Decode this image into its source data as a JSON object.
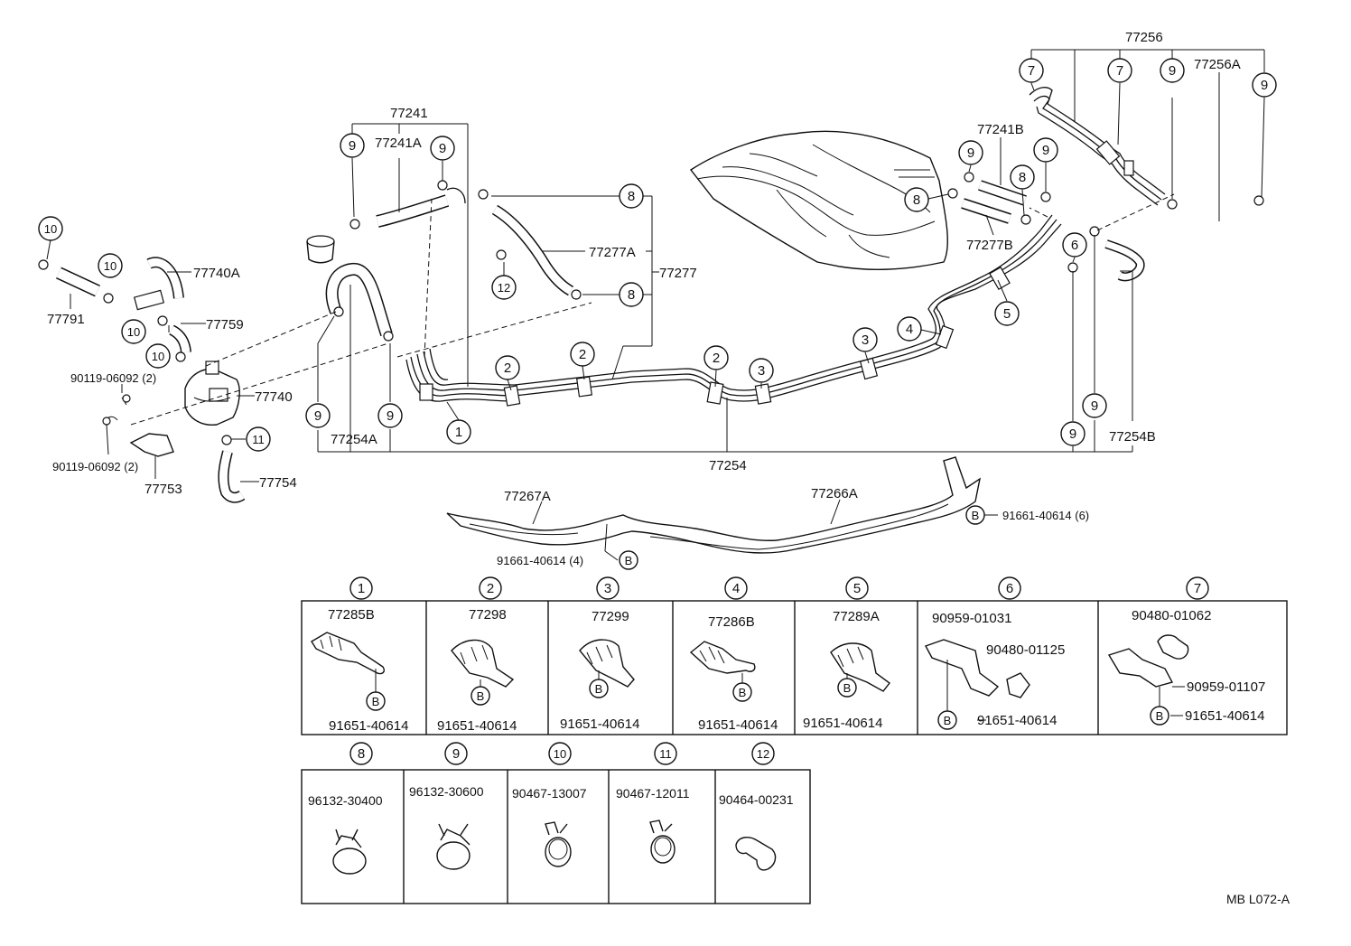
{
  "diagram_code": "MB L072-A",
  "parts": {
    "p77256": "77256",
    "p77256A": "77256A",
    "p77241": "77241",
    "p77241A": "77241A",
    "p77241B": "77241B",
    "p77277": "77277",
    "p77277A": "77277A",
    "p77277B": "77277B",
    "p77740A": "77740A",
    "p77759": "77759",
    "p77740": "77740",
    "p77791": "77791",
    "p77753": "77753",
    "p77754": "77754",
    "p77254": "77254",
    "p77254A": "77254A",
    "p77254B": "77254B",
    "p77267A": "77267A",
    "p77266A": "77266A",
    "bolt_upper": "90119-06092 (2)",
    "bolt_lower": "90119-06092 (2)",
    "bolt_b6": "91661-40614 (6)",
    "bolt_b4": "91661-40614 (4)"
  },
  "callouts": {
    "c1": "1",
    "c2": "2",
    "c3": "3",
    "c4": "4",
    "c5": "5",
    "c6": "6",
    "c7": "7",
    "c8": "8",
    "c9": "9",
    "c10": "10",
    "c11": "11",
    "c12": "12",
    "B": "B"
  },
  "detail_row1": [
    {
      "num": "1",
      "part": "77285B",
      "bolt": "91651-40614"
    },
    {
      "num": "2",
      "part": "77298",
      "bolt": "91651-40614"
    },
    {
      "num": "3",
      "part": "77299",
      "bolt": "91651-40614"
    },
    {
      "num": "4",
      "part": "77286B",
      "bolt": "91651-40614"
    },
    {
      "num": "5",
      "part": "77289A",
      "bolt": "91651-40614"
    },
    {
      "num": "6",
      "part": "90959-01031",
      "part2": "90480-01125",
      "bolt": "91651-40614"
    },
    {
      "num": "7",
      "part": "90480-01062",
      "part2": "90959-01107",
      "bolt": "91651-40614"
    }
  ],
  "detail_row2": [
    {
      "num": "8",
      "part": "96132-30400"
    },
    {
      "num": "9",
      "part": "96132-30600"
    },
    {
      "num": "10",
      "part": "90467-13007"
    },
    {
      "num": "11",
      "part": "90467-12011"
    },
    {
      "num": "12",
      "part": "90464-00231"
    }
  ],
  "icons": [
    "fuel-tank-icon",
    "charcoal-canister-icon",
    "hose-clamp-icon",
    "pipe-clamp-icon"
  ]
}
